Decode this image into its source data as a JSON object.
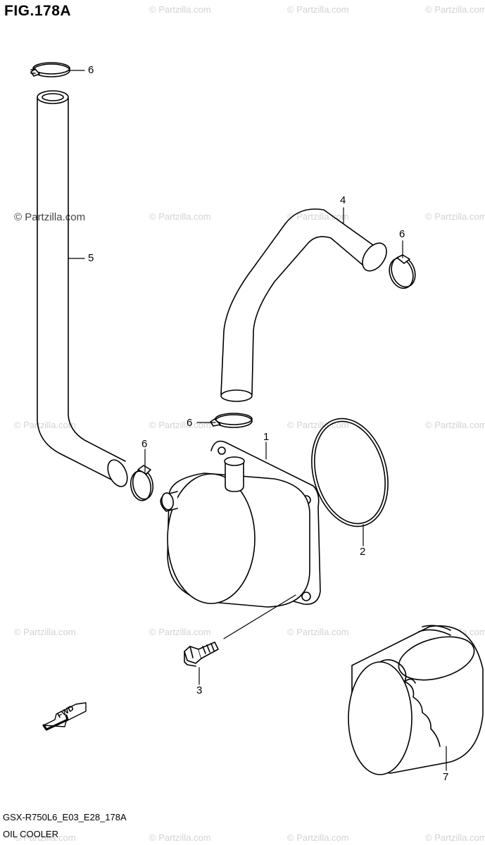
{
  "figure": {
    "title": "FIG.178A",
    "code": "GSX-R750L6_E03_E28_178A",
    "name": "OIL COOLER"
  },
  "watermark": {
    "text": "© Partzilla.com",
    "text_highlight": "© Partzilla.com"
  },
  "callouts": [
    "1",
    "2",
    "3",
    "4",
    "5",
    "6",
    "7"
  ],
  "parts": [
    {
      "number": "1",
      "label": "1"
    },
    {
      "number": "2",
      "label": "2"
    },
    {
      "number": "3",
      "label": "3"
    },
    {
      "number": "4",
      "label": "4"
    },
    {
      "number": "5",
      "label": "5"
    },
    {
      "number": "6",
      "label": "6"
    },
    {
      "number": "7",
      "label": "7"
    }
  ],
  "direction_marker": "FWD"
}
